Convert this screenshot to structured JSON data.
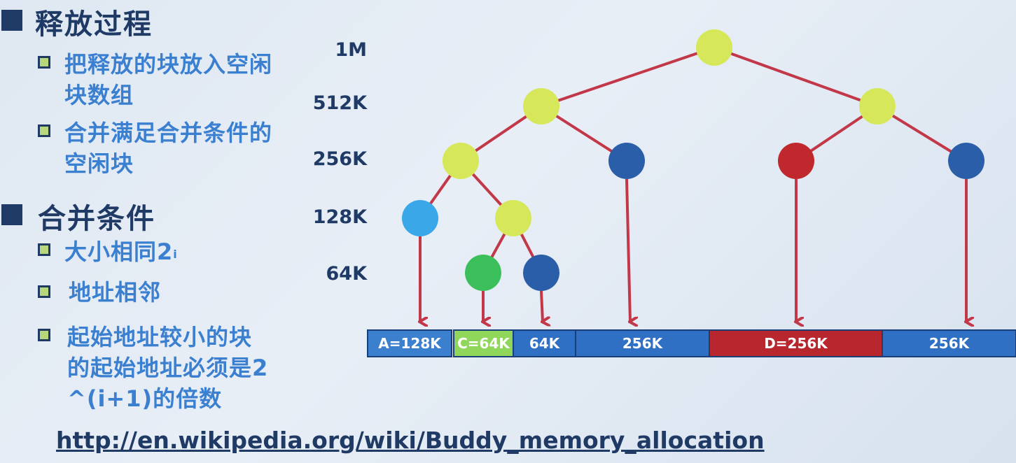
{
  "sections": [
    {
      "title": "释放过程",
      "items": [
        {
          "text": "把释放的块放入空闲块数组"
        },
        {
          "text": "合并满足合并条件的空闲块"
        }
      ]
    },
    {
      "title": "合并条件",
      "items": [
        {
          "text": "大小相同2",
          "sup": "i"
        },
        {
          "text": "地址相邻"
        },
        {
          "text": "起始地址较小的块的起始地址必须是2^(i+1)的倍数"
        }
      ]
    }
  ],
  "link": "http://en.wikipedia.org/wiki/Buddy_memory_allocation",
  "levels": [
    "1M",
    "512K",
    "256K",
    "128K",
    "64K"
  ],
  "colors": {
    "split": "#d6e85a",
    "free": "#2a5ea8",
    "allocated_A": "#3aa8e8",
    "allocated_C": "#3bbf5a",
    "allocated_D": "#c0282e",
    "edge": "#c23848"
  },
  "tree_nodes": [
    {
      "id": "n1M",
      "size": "1M",
      "state": "split"
    },
    {
      "id": "n512a",
      "size": "512K",
      "state": "split"
    },
    {
      "id": "n512b",
      "size": "512K",
      "state": "split"
    },
    {
      "id": "n256a",
      "size": "256K",
      "state": "split"
    },
    {
      "id": "n256b",
      "size": "256K",
      "state": "free"
    },
    {
      "id": "n256c",
      "size": "256K",
      "state": "allocated_D"
    },
    {
      "id": "n256d",
      "size": "256K",
      "state": "free"
    },
    {
      "id": "n128a",
      "size": "128K",
      "state": "allocated_A"
    },
    {
      "id": "n128b",
      "size": "128K",
      "state": "split"
    },
    {
      "id": "n64a",
      "size": "64K",
      "state": "allocated_C"
    },
    {
      "id": "n64b",
      "size": "64K",
      "state": "free"
    }
  ],
  "memory_blocks": [
    {
      "label": "A=128K",
      "state": "allocated_A"
    },
    {
      "label": "C=64K",
      "state": "allocated_C"
    },
    {
      "label": "64K",
      "state": "free"
    },
    {
      "label": "256K",
      "state": "free"
    },
    {
      "label": "D=256K",
      "state": "allocated_D"
    },
    {
      "label": "256K",
      "state": "free"
    }
  ]
}
